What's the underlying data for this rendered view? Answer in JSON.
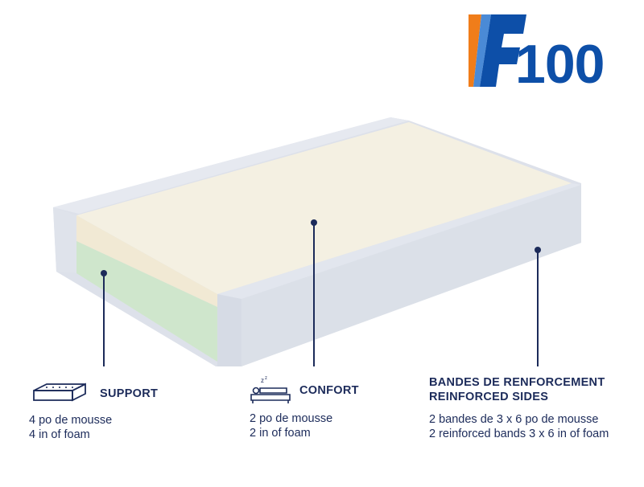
{
  "logo": {
    "text": "100",
    "colors": {
      "orange": "#f07d1a",
      "blue": "#0d4fa8",
      "light_blue": "#4a8ad6"
    }
  },
  "colors": {
    "side": "#dde1ea",
    "top": "#f4f0e2",
    "support_foam": "#cfe6cc",
    "text": "#1c2b5a"
  },
  "sections": [
    {
      "icon": "foam-block-icon",
      "title": "SUPPORT",
      "lines": [
        "4 po de mousse",
        "4 in of foam"
      ]
    },
    {
      "icon": "bed-icon",
      "title": "CONFORT",
      "lines": [
        "2 po de mousse",
        "2 in of foam"
      ]
    },
    {
      "title_lines": [
        "BANDES DE RENFORCEMENT",
        "REINFORCED SIDES"
      ],
      "lines": [
        "2 bandes de 3 x 6 po de mousse",
        "2 reinforced bands 3 x 6 in of foam"
      ]
    }
  ]
}
